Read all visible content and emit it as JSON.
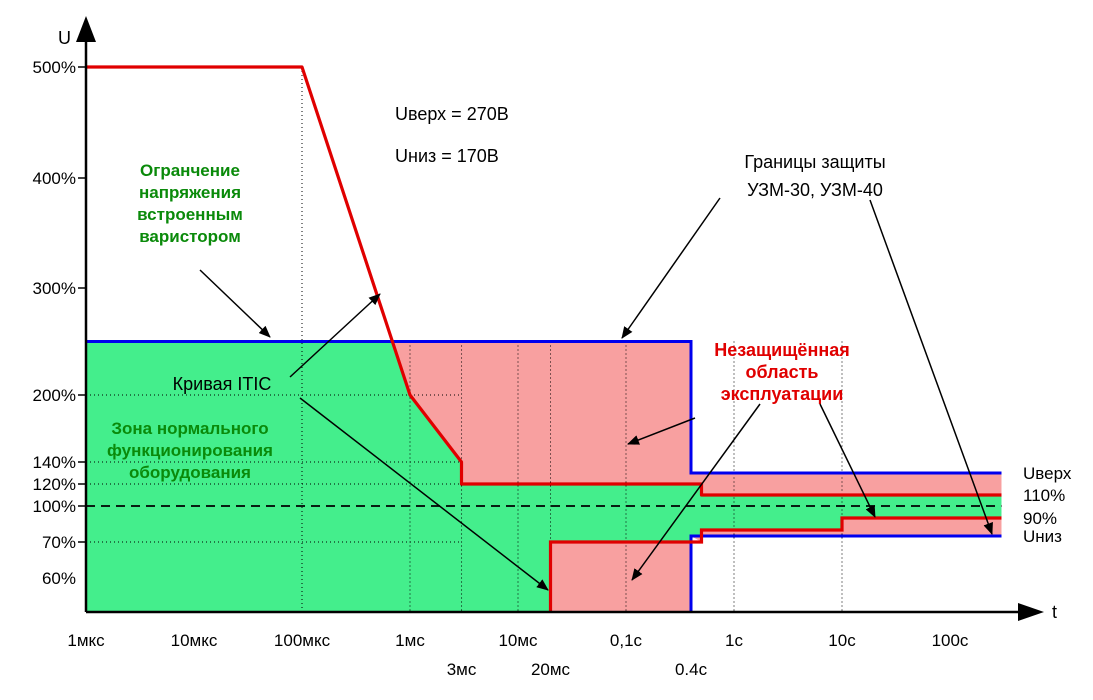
{
  "chart_data": {
    "type": "line",
    "title": "",
    "xlabel": "t",
    "ylabel": "U",
    "x_scale": "log",
    "xlim_seconds": [
      1e-06,
      300
    ],
    "ylim_percent": [
      38,
      530
    ],
    "x_ticks": [
      {
        "value": 1e-06,
        "label": "1мкс",
        "row": 1
      },
      {
        "value": 1e-05,
        "label": "10мкс",
        "row": 1
      },
      {
        "value": 0.0001,
        "label": "100мкс",
        "row": 1
      },
      {
        "value": 0.001,
        "label": "1мс",
        "row": 1
      },
      {
        "value": 0.003,
        "label": "3мс",
        "row": 2
      },
      {
        "value": 0.01,
        "label": "10мс",
        "row": 1
      },
      {
        "value": 0.02,
        "label": "20мс",
        "row": 2
      },
      {
        "value": 0.1,
        "label": "0,1с",
        "row": 1
      },
      {
        "value": 0.4,
        "label": "0.4с",
        "row": 2
      },
      {
        "value": 1,
        "label": "1с",
        "row": 1
      },
      {
        "value": 10,
        "label": "10с",
        "row": 1
      },
      {
        "value": 100,
        "label": "100с",
        "row": 1
      }
    ],
    "y_ticks": [
      {
        "value": 500,
        "label": "500%"
      },
      {
        "value": 400,
        "label": "400%"
      },
      {
        "value": 300,
        "label": "300%"
      },
      {
        "value": 200,
        "label": "200%"
      },
      {
        "value": 140,
        "label": "140%"
      },
      {
        "value": 120,
        "label": "120%"
      },
      {
        "value": 100,
        "label": "100%"
      },
      {
        "value": 70,
        "label": "70%"
      },
      {
        "value": 60,
        "label": "60%"
      }
    ],
    "series": [
      {
        "name": "Кривая ITIC",
        "color": "#e00000",
        "upper": [
          [
            1e-06,
            500
          ],
          [
            0.0001,
            500
          ],
          [
            0.001,
            200
          ],
          [
            0.003,
            140
          ],
          [
            0.003,
            120
          ],
          [
            0.5,
            120
          ],
          [
            0.5,
            110
          ],
          [
            300,
            110
          ]
        ],
        "lower": [
          [
            0.02,
            38
          ],
          [
            0.02,
            70
          ],
          [
            0.5,
            70
          ],
          [
            0.5,
            80
          ],
          [
            10,
            80
          ],
          [
            10,
            90
          ],
          [
            300,
            90
          ]
        ]
      },
      {
        "name": "Границы защиты УЗМ-30, УЗМ-40",
        "color": "#0000ee",
        "upper": [
          [
            1e-06,
            250
          ],
          [
            0.4,
            250
          ],
          [
            0.4,
            130
          ],
          [
            300,
            130
          ]
        ],
        "lower": [
          [
            0.4,
            38
          ],
          [
            0.4,
            75
          ],
          [
            300,
            75
          ]
        ]
      }
    ],
    "reference_line": {
      "value": 100,
      "style": "dashed",
      "color": "#000000"
    },
    "regions": {
      "green": {
        "color": "#44ee8c",
        "label": [
          "Зона нормального",
          "функционирования",
          "оборудования"
        ]
      },
      "red": {
        "color": "#f8a0a0",
        "label": [
          "Незащищённая",
          "область",
          "эксплуатации"
        ]
      }
    },
    "right_labels": [
      {
        "text": "Uверх",
        "value": 130,
        "color": "#000000"
      },
      {
        "text": "110%",
        "value": 110,
        "color": "#000000"
      },
      {
        "text": "90%",
        "value": 90,
        "color": "#000000"
      },
      {
        "text": "Uниз",
        "value": 75,
        "color": "#000000"
      }
    ],
    "annotations": {
      "u_upper": "Uверх = 270В",
      "u_lower": "Uниз = 170В",
      "protection_title": [
        "Границы защиты",
        "УЗМ-30, УЗМ-40"
      ],
      "varistor": [
        "Огранчение",
        "напряжения",
        "встроенным",
        "варистором"
      ],
      "itic_label": "Кривая ITIC"
    }
  }
}
